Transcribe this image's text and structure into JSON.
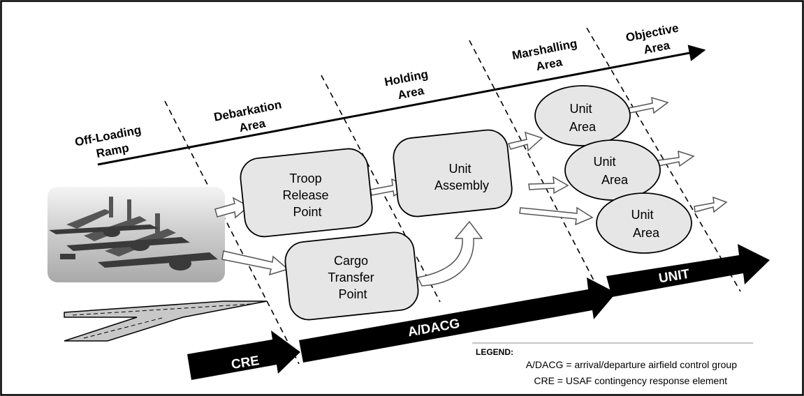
{
  "zones": [
    {
      "label": [
        "Off-Loading",
        "Ramp"
      ]
    },
    {
      "label": [
        "Debarkation",
        "Area"
      ]
    },
    {
      "label": [
        "Holding",
        "Area"
      ]
    },
    {
      "label": [
        "Marshalling",
        "Area"
      ]
    },
    {
      "label": [
        "Objective",
        "Area"
      ]
    }
  ],
  "nodes": {
    "troop_release": [
      "Troop",
      "Release",
      "Point"
    ],
    "cargo_transfer": [
      "Cargo",
      "Transfer",
      "Point"
    ],
    "unit_assembly": [
      "Unit",
      "Assembly"
    ],
    "unit_area": [
      "Unit",
      "Area"
    ]
  },
  "bars": {
    "cre": "CRE",
    "adacg": "A/DACG",
    "unit": "UNIT"
  },
  "legend": {
    "title": "LEGEND:",
    "items": [
      "A/DACG = arrival/departure airfield control group",
      "CRE = USAF contingency response element"
    ]
  },
  "colors": {
    "node_fill": "#e6e6e6",
    "bar_fill": "#000000",
    "hollow_arrow_fill": "#ffffff"
  }
}
